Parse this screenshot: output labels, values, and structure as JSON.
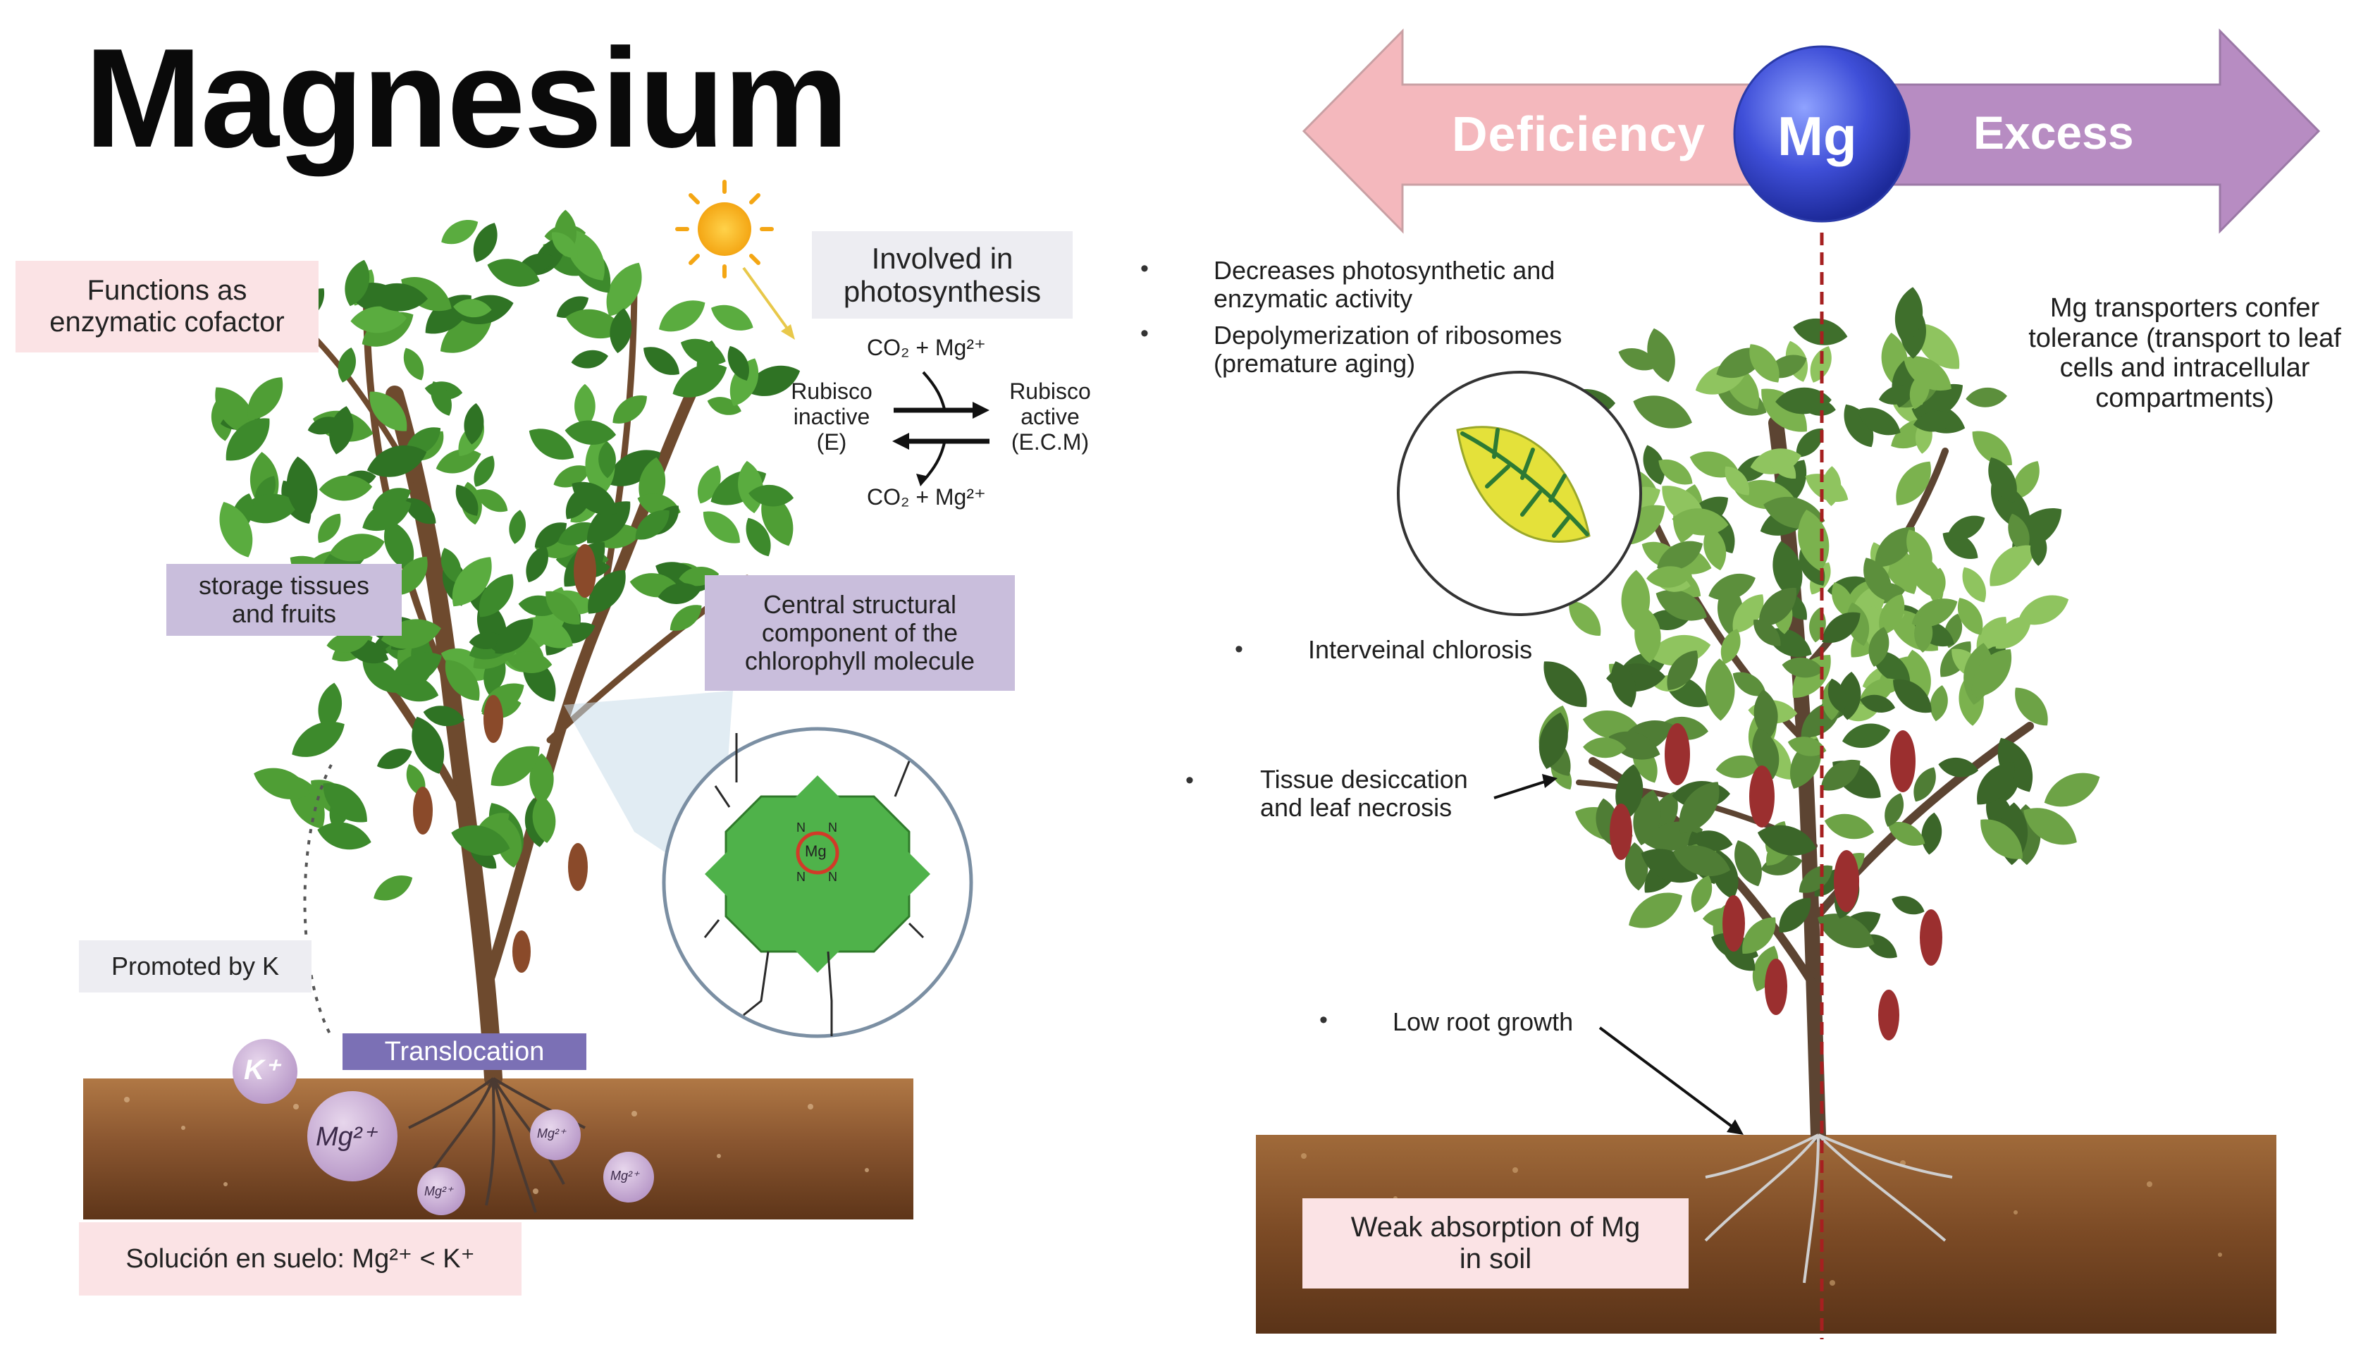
{
  "title": "Magnesium",
  "left": {
    "functions_cofactor": "Functions as enzymatic cofactor",
    "photosynthesis_box": "Involved in photosynthesis",
    "reaction": {
      "top_reactant": "CO₂ + Mg²⁺",
      "bottom_product": "CO₂ + Mg²⁺",
      "left_label": "Rubisco inactive (E)",
      "right_label": "Rubisco active (E.C.M)"
    },
    "storage": "storage tissues and fruits",
    "chlorophyll": "Central structural component of the chlorophyll molecule",
    "promoted": "Promoted by K",
    "translocation": "Translocation",
    "soil_solution": "Solución en suelo: Mg²⁺ < K⁺",
    "ions": {
      "k": "K⁺",
      "mg_big": "Mg²⁺",
      "mg_small": "Mg²⁺"
    },
    "molecule_center": "Mg"
  },
  "right": {
    "deficiency": "Deficiency",
    "excess": "Excess",
    "mg_center": "Mg",
    "bullets": [
      "Decreases photosynthetic and enzymatic activity",
      "Depolymerization of ribosomes (premature aging)"
    ],
    "interveinal": "Interveinal chlorosis",
    "desiccation": "Tissue desiccation and leaf necrosis",
    "low_root": "Low root growth",
    "transporters": "Mg transporters confer tolerance (transport to leaf cells and intracellular compartments)",
    "weak_absorption": "Weak absorption of Mg in soil"
  },
  "colors": {
    "pink_box": "#fbe3e5",
    "lavender_box": "#c9bedc",
    "translocation_box": "#7b70b5",
    "soil_top": "#a0693c",
    "soil_bottom": "#6b3e1e",
    "leaf_green": "#3d8a2c",
    "deficiency_arrow": "#f4b8bd",
    "excess_arrow": "#b78cc2",
    "mg_ball": "#3f4fd8"
  }
}
